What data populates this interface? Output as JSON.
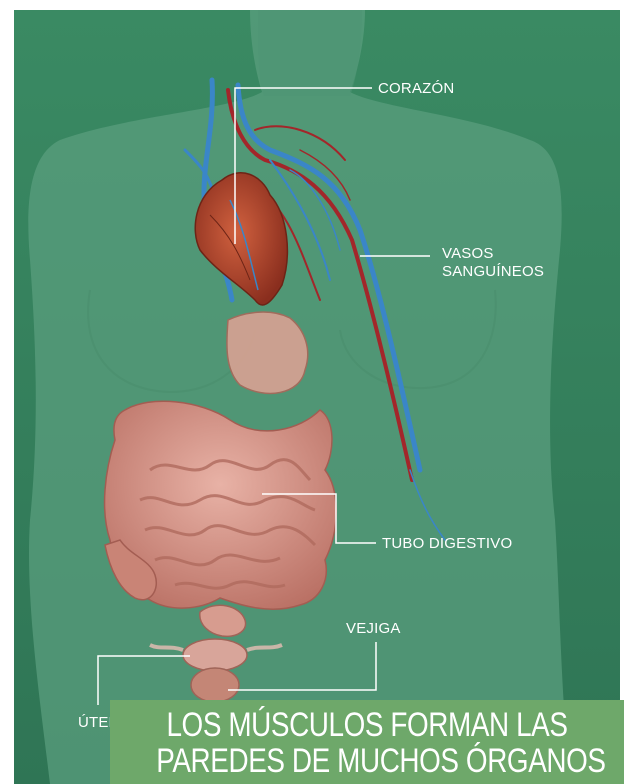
{
  "labels": {
    "corazon": "CORAZÓN",
    "vasos_line1": "VASOS",
    "vasos_line2": "SANGUÍNEOS",
    "tubo": "TUBO DIGESTIVO",
    "vejiga": "VEJIGA",
    "utero": "ÚTERO"
  },
  "banner": {
    "line1": "LOS MÚSCULOS FORMAN LAS",
    "line2": "PAREDES DE MUCHOS ÓRGANOS"
  },
  "colors": {
    "background": "#3e8560",
    "body": "#5a9e7e",
    "banner": "#6ea86a",
    "heart": "#b5452e",
    "vein": "#3a86c8",
    "artery": "#a3262a",
    "intestine": "#d89a8e"
  }
}
